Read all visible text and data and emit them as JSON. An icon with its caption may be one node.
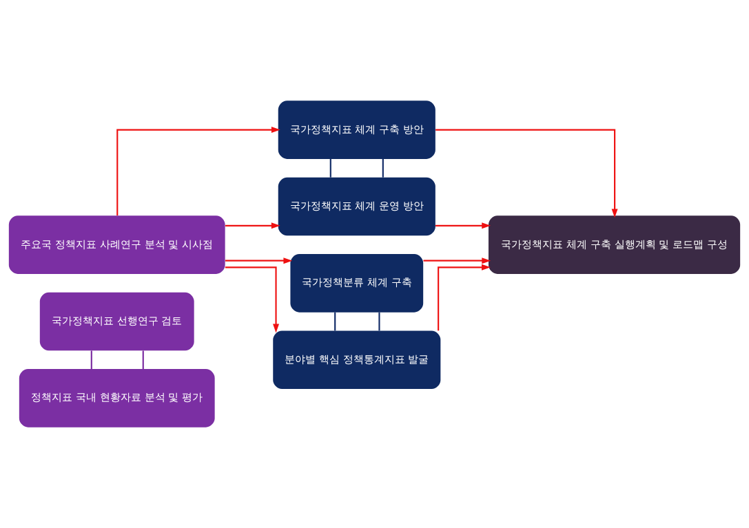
{
  "diagram": {
    "nodes": [
      {
        "text": [
          "국가정책지표 선행연구 검토"
        ]
      },
      {
        "text": [
          "주요국 정책지표 사례연구 분석 및 시사점"
        ]
      },
      {
        "text": [
          "정책지표 국내 현황자료 분석 및 평가"
        ]
      },
      {
        "text": [
          "국가정책지표 체계 구축 방안"
        ]
      },
      {
        "text": [
          "국가정책지표 체계 운영 방안"
        ]
      },
      {
        "text": [
          "국가정책분류 체계 구축"
        ]
      },
      {
        "text": [
          "분야별 핵심 정책통계지표 발굴"
        ]
      },
      {
        "text": [
          "국가정책지표 체계 구축 실행계획 및 로드맵 구성"
        ]
      }
    ],
    "edges": [
      {
        "from": 0,
        "to": 2,
        "arrow": "none",
        "color": "#7a2aa0"
      },
      {
        "from": 0,
        "to": 2,
        "arrow": "none",
        "color": "#7a2aa0"
      },
      {
        "from": 3,
        "to": 4,
        "arrow": "none",
        "color": "#102a66"
      },
      {
        "from": 3,
        "to": 4,
        "arrow": "none",
        "color": "#102a66"
      },
      {
        "from": 5,
        "to": 6,
        "arrow": "none",
        "color": "#102a66"
      },
      {
        "from": 5,
        "to": 6,
        "arrow": "none",
        "color": "#102a66"
      },
      {
        "from": 1,
        "to": 3,
        "arrow": "to"
      },
      {
        "from": 1,
        "to": 4,
        "arrow": "to"
      },
      {
        "from": 1,
        "to": 5,
        "arrow": "to"
      },
      {
        "from": 1,
        "to": 6,
        "arrow": "to"
      },
      {
        "from": 3,
        "to": 7,
        "arrow": "to"
      },
      {
        "from": 4,
        "to": 7,
        "arrow": "to"
      },
      {
        "from": 5,
        "to": 7,
        "arrow": "to"
      },
      {
        "from": 6,
        "to": 7,
        "arrow": "to"
      }
    ]
  }
}
